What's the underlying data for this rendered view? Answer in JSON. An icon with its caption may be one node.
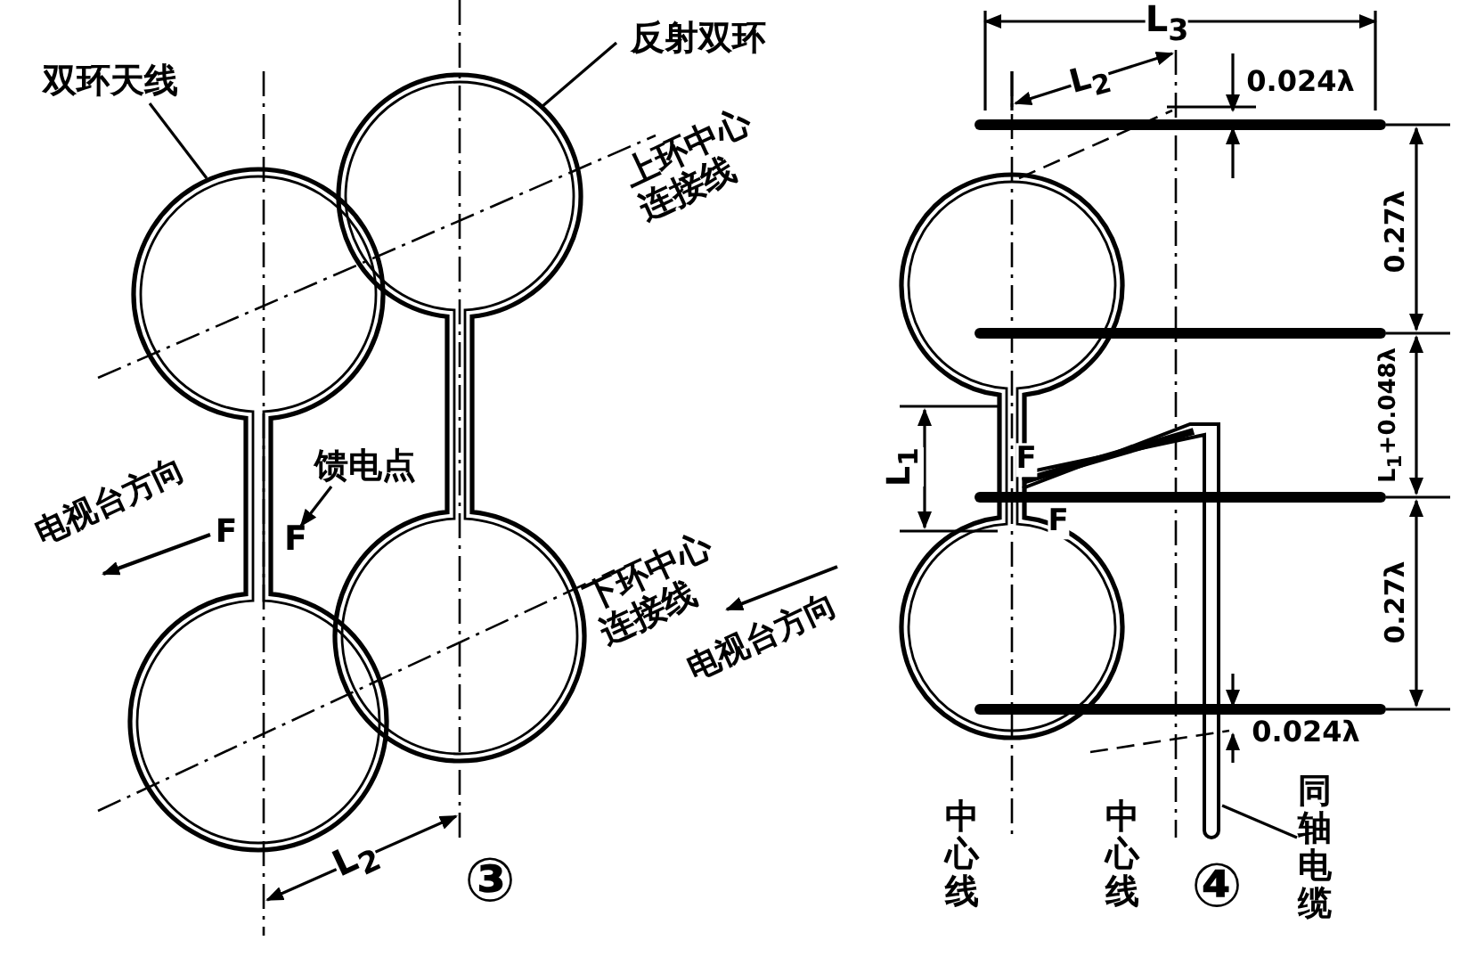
{
  "diagram": {
    "nodes": [
      {
        "text": [
          "双环天线"
        ]
      },
      {
        "text": [],
        "shape": "picture"
      },
      {
        "text": [
          "反射双环"
        ]
      },
      {
        "text": [],
        "shape": "picture"
      },
      {
        "text": [
          "馈电点"
        ]
      },
      {
        "text": [
          "F"
        ]
      },
      {
        "text": [
          "同轴电缆"
        ]
      },
      {
        "text": [],
        "shape": "picture"
      }
    ],
    "edges": [
      {
        "from": 0,
        "to": 1,
        "arrow": "none"
      },
      {
        "from": 2,
        "to": 3,
        "arrow": "none"
      },
      {
        "from": 4,
        "to": 5,
        "arrow": "to"
      },
      {
        "from": 6,
        "to": 7,
        "arrow": "none"
      }
    ],
    "labels": [
      "L$_{3}$",
      "上环中心连接线",
      "L$_{2}$",
      "0.024λ",
      "0.27λ",
      "L$_{1}$+0.048λ",
      "电视台方向",
      "F",
      "下环中心连接线",
      "L$_{1}$",
      "F",
      "F",
      "电视台方向",
      "0.27λ",
      "0.024λ",
      "L$_{2}$",
      "③",
      "中心线",
      "中心线",
      "④"
    ]
  }
}
